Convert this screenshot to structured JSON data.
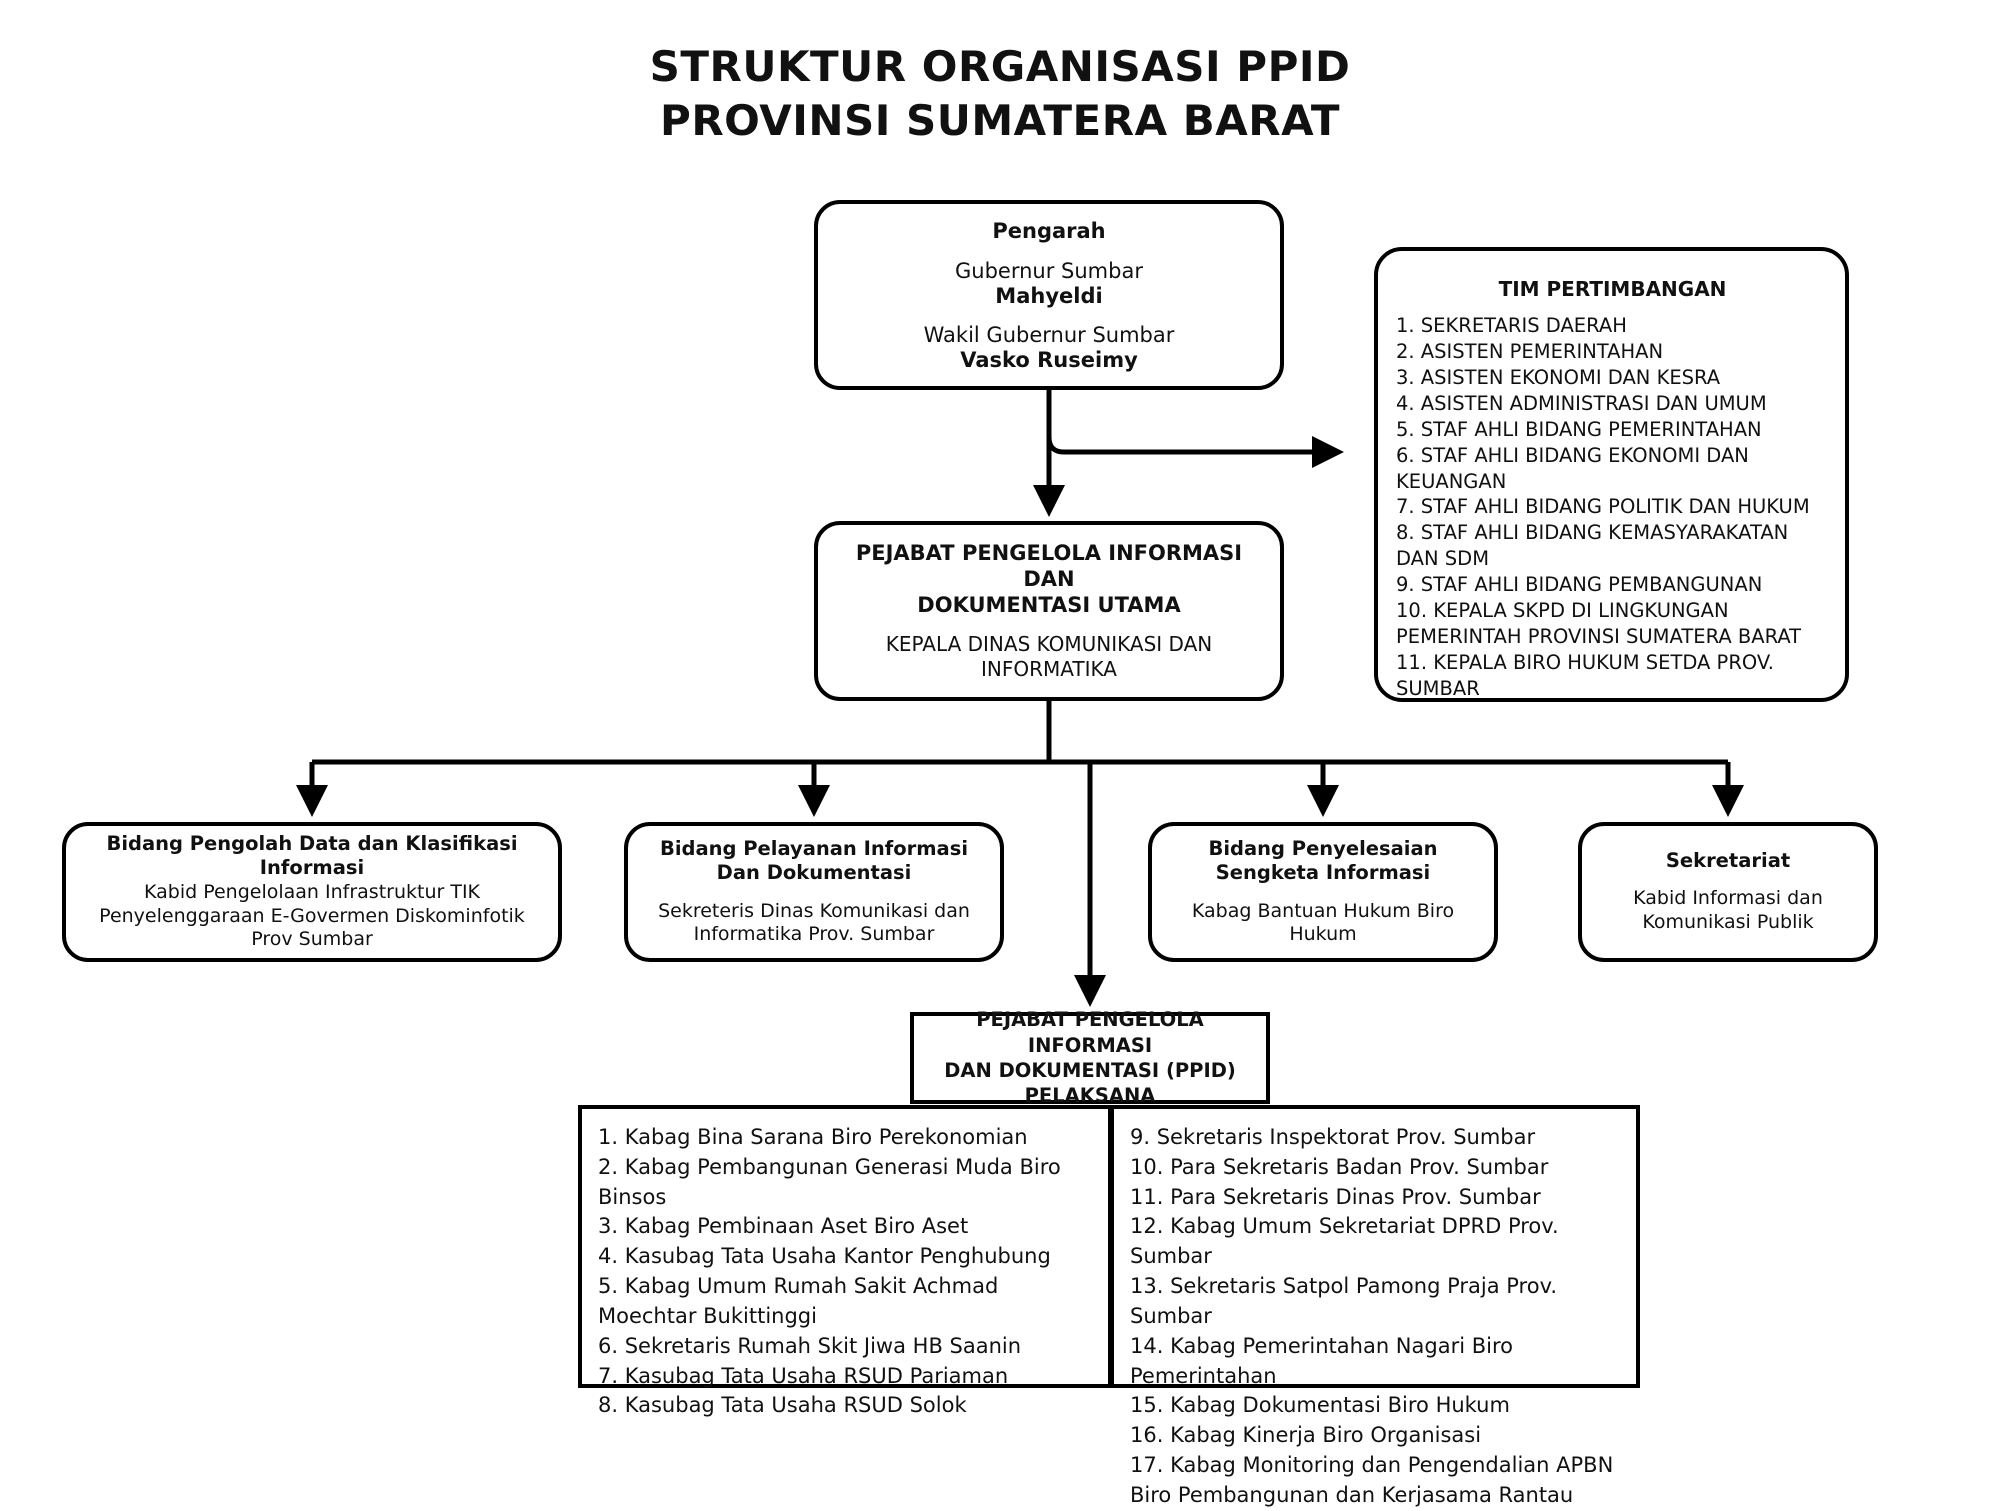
{
  "title": {
    "line1": "STRUKTUR ORGANISASI PPID",
    "line2": "PROVINSI SUMATERA BARAT"
  },
  "nodes": {
    "pengarah": {
      "heading": "Pengarah",
      "role1": "Gubernur Sumbar",
      "name1": "Mahyeldi",
      "role2": "Wakil Gubernur Sumbar",
      "name2": "Vasko Ruseimy"
    },
    "tim_pertimbangan": {
      "heading": "TIM PERTIMBANGAN",
      "items": [
        "1. SEKRETARIS DAERAH",
        "2. ASISTEN PEMERINTAHAN",
        "3. ASISTEN EKONOMI DAN KESRA",
        "4. ASISTEN ADMINISTRASI DAN UMUM",
        "5. STAF AHLI BIDANG PEMERINTAHAN",
        "6. STAF AHLI BIDANG EKONOMI DAN KEUANGAN",
        "7. STAF AHLI BIDANG POLITIK DAN HUKUM",
        "8. STAF AHLI BIDANG KEMASYARAKATAN DAN SDM",
        "9. STAF AHLI BIDANG PEMBANGUNAN",
        "10. KEPALA SKPD DI LINGKUNGAN PEMERINTAH PROVINSI SUMATERA BARAT",
        "11. KEPALA BIRO HUKUM SETDA PROV. SUMBAR"
      ]
    },
    "ppid_utama": {
      "heading_line1": "PEJABAT PENGELOLA INFORMASI DAN",
      "heading_line2": "DOKUMENTASI UTAMA",
      "subtitle": "KEPALA DINAS KOMUNIKASI DAN INFORMATIKA"
    },
    "bidang": [
      {
        "heading": "Bidang Pengolah Data dan Klasifikasi Informasi",
        "subtitle": "Kabid Pengelolaan Infrastruktur TIK Penyelenggaraan E-Govermen Diskominfotik Prov Sumbar"
      },
      {
        "heading": "Bidang Pelayanan Informasi Dan Dokumentasi",
        "subtitle": "Sekreteris Dinas Komunikasi dan Informatika Prov. Sumbar"
      },
      {
        "heading": "Bidang Penyelesaian Sengketa Informasi",
        "subtitle": "Kabag Bantuan Hukum Biro Hukum"
      },
      {
        "heading": "Sekretariat",
        "subtitle": "Kabid Informasi dan Komunikasi Publik"
      }
    ],
    "ppid_pelaksana": {
      "heading_line1": "PEJABAT PENGELOLA INFORMASI",
      "heading_line2": "DAN DOKUMENTASI (PPID)",
      "heading_line3": "PELAKSANA",
      "list_left": [
        "1. Kabag Bina Sarana Biro Perekonomian",
        "2. Kabag Pembangunan Generasi Muda Biro Binsos",
        "3. Kabag Pembinaan Aset Biro Aset",
        "4. Kasubag Tata Usaha Kantor Penghubung",
        "5. Kabag Umum Rumah Sakit Achmad Moechtar Bukittinggi",
        "6. Sekretaris Rumah Skit Jiwa HB Saanin",
        "7. Kasubag Tata Usaha RSUD Pariaman",
        "8. Kasubag Tata Usaha RSUD Solok"
      ],
      "list_right": [
        "9. Sekretaris Inspektorat Prov. Sumbar",
        "10. Para Sekretaris Badan Prov. Sumbar",
        "11. Para Sekretaris Dinas Prov. Sumbar",
        "12. Kabag Umum Sekretariat DPRD Prov. Sumbar",
        "13. Sekretaris Satpol Pamong Praja Prov. Sumbar",
        "14. Kabag Pemerintahan Nagari Biro Pemerintahan",
        "15. Kabag Dokumentasi Biro Hukum",
        "16. Kabag Kinerja Biro Organisasi",
        "17. Kabag Monitoring dan Pengendalian APBN Biro Pembangunan dan Kerjasama Rantau"
      ]
    }
  },
  "colors": {
    "stroke": "#000000",
    "background": "#ffffff",
    "text": "#111111"
  }
}
